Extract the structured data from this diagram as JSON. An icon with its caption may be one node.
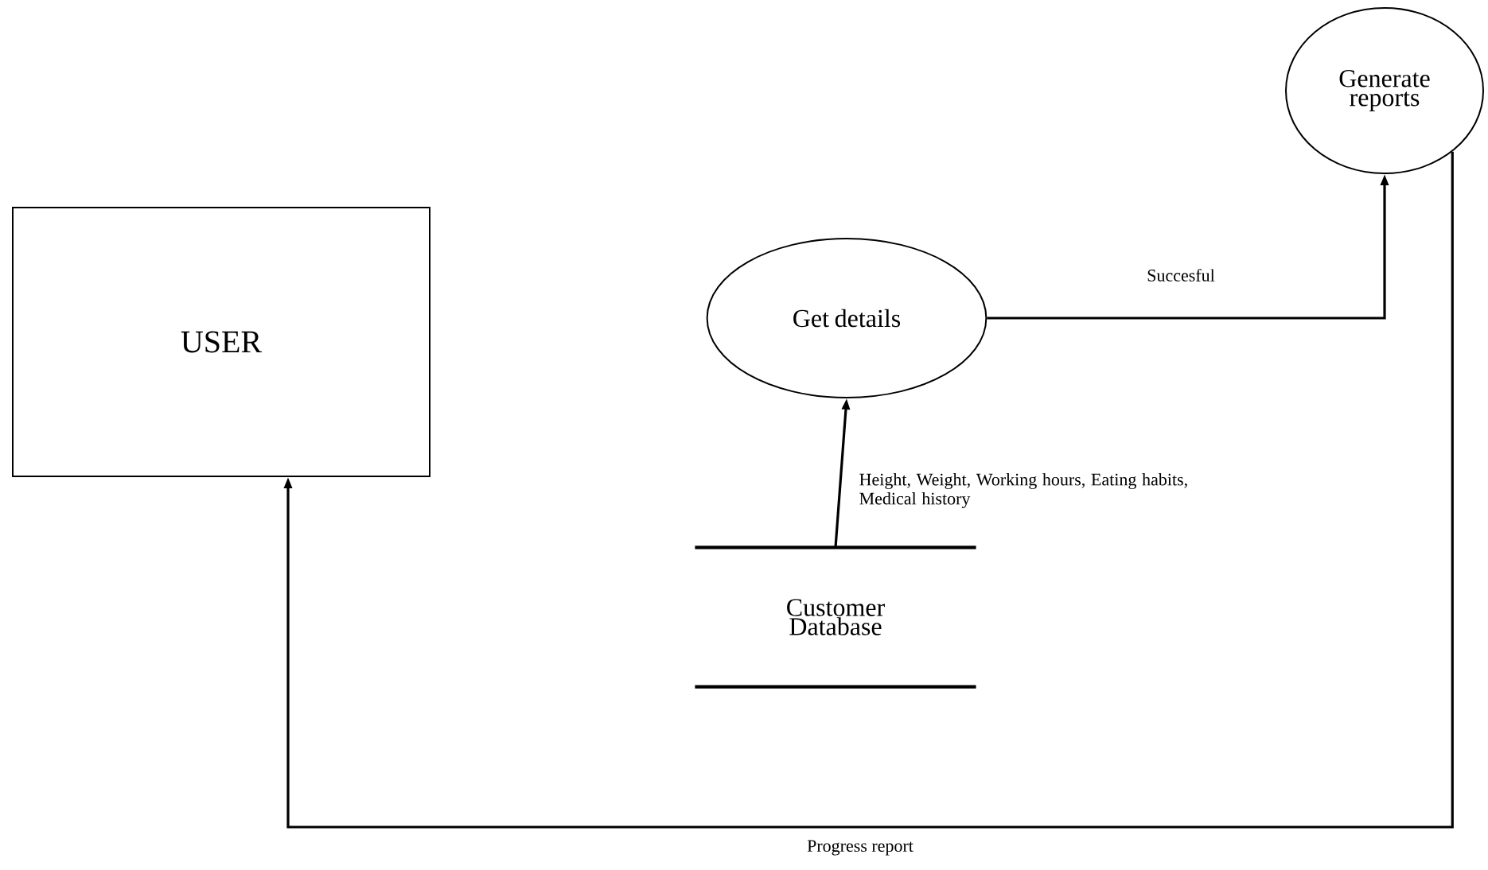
{
  "diagram": {
    "nodes": [
      {
        "text": [
          "USER"
        ]
      },
      {
        "text": [
          "Get details"
        ]
      },
      {
        "text": [
          "Generate reports"
        ]
      },
      {
        "text": [
          "Customer Database"
        ]
      }
    ],
    "edges": [
      {
        "from": 3,
        "to": 1,
        "arrow": "to",
        "label": "Height, Weight, Working hours, Eating habits, Medical history"
      },
      {
        "from": 1,
        "to": 2,
        "arrow": "to",
        "label": "Succesful"
      },
      {
        "from": 2,
        "to": 0,
        "arrow": "to",
        "label": "Progress report"
      }
    ]
  }
}
